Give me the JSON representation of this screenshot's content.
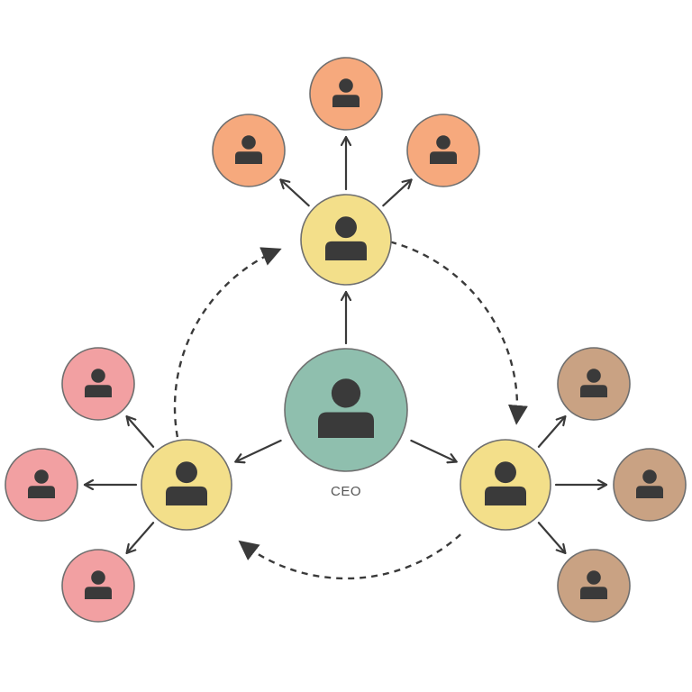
{
  "ceo": {
    "label": "CEO",
    "color": "#8fbfae"
  },
  "managers": [
    {
      "role": "top",
      "color": "#f3df8a"
    },
    {
      "role": "left",
      "color": "#f3df8a"
    },
    {
      "role": "right",
      "color": "#f3df8a"
    }
  ],
  "team_colors": {
    "top": "#f6a97d",
    "left": "#f2a0a2",
    "right": "#c9a283"
  },
  "colors": {
    "outline": "#6f6f6f",
    "icon": "#3a3a3a",
    "arrow": "#3a3a3a",
    "dashed": "#3a3a3a"
  },
  "icons": {
    "person": "person-icon"
  }
}
